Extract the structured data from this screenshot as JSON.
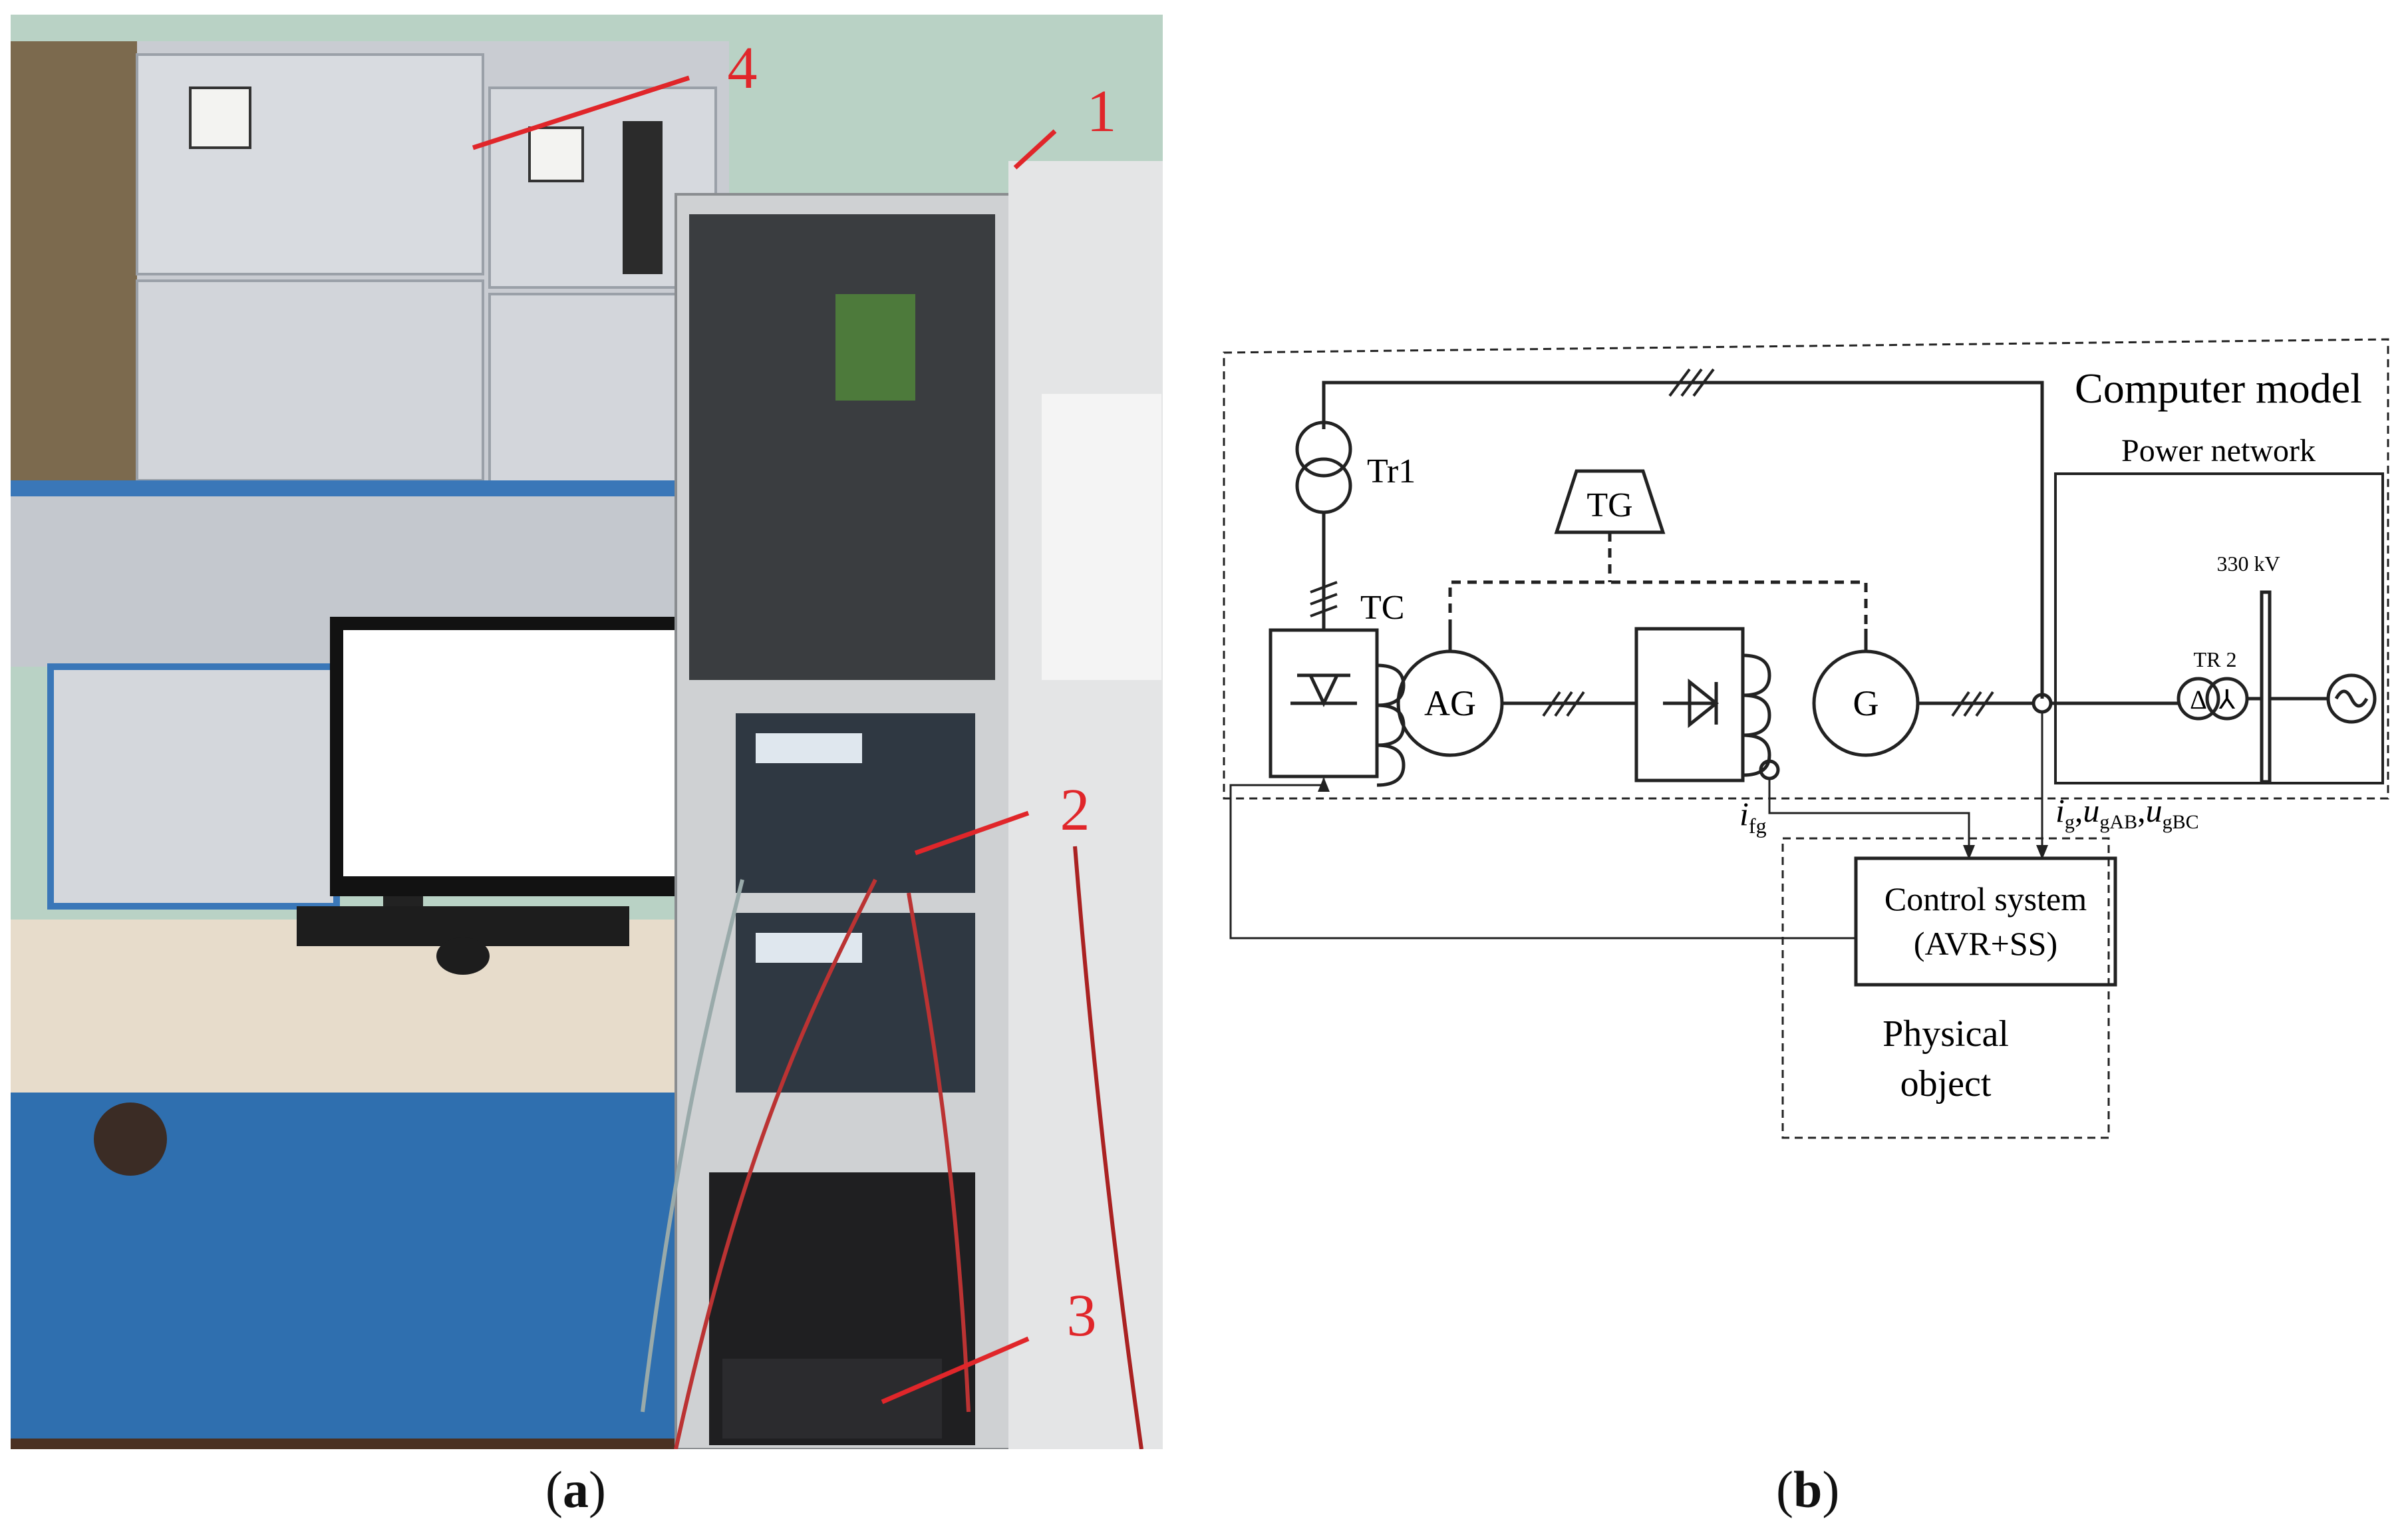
{
  "panel_a": {
    "caption_open": "(",
    "caption_letter": "a",
    "caption_close": ")",
    "callouts": [
      "1",
      "2",
      "3",
      "4"
    ],
    "accent_color": "#e0262a"
  },
  "panel_b": {
    "caption_open": "(",
    "caption_letter": "b",
    "caption_close": ")",
    "computer_model_label": "Computer model",
    "power_network_label": "Power network",
    "tr1_label": "Tr1",
    "tc_label": "TC",
    "tg_label": "TG",
    "ag_label": "AG",
    "g_label": "G",
    "voltage_label": "330 kV",
    "tr2_label": "TR 2",
    "i_fg": {
      "main": "i",
      "sub": "fg"
    },
    "signals": [
      {
        "main": "i",
        "sub": "g",
        "sep": ","
      },
      {
        "main": "u",
        "sub": "gAB",
        "sep": ","
      },
      {
        "main": "u",
        "sub": "gBC",
        "sep": ""
      }
    ],
    "control_line1": "Control system",
    "control_line2": "(AVR+SS)",
    "physical_line1": "Physical",
    "physical_line2": "object"
  }
}
